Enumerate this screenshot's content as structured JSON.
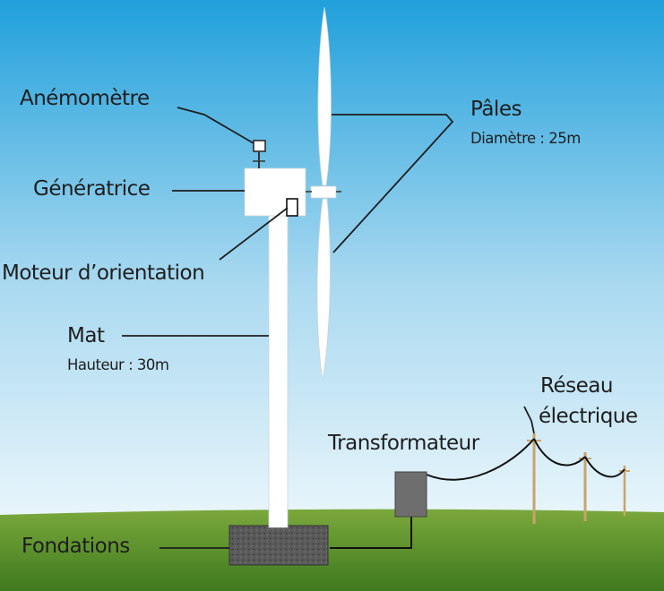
{
  "labels": {
    "anemometre": "Anémomètre",
    "pales": "Pâles",
    "diametre": "Diamètre : 25m",
    "generatrice": "Génératrice",
    "moteur": "Moteur d’orientation",
    "mat": "Mat",
    "hauteur": "Hauteur : 30m",
    "reseau_line1": "Réseau",
    "reseau_line2": "électrique",
    "transformateur": "Transformateur",
    "fondations": "Fondations"
  },
  "colors": {
    "sky_top": "#20a0dc",
    "sky_bottom": "#e8f5fb",
    "grass_top": "#7aa83c",
    "grass_bottom": "#3f7a1e",
    "tower": "#ffffff",
    "transformer": "#6e6e6e",
    "foundation": "#585858",
    "line": "#111111",
    "pole": "#c8a46a"
  }
}
